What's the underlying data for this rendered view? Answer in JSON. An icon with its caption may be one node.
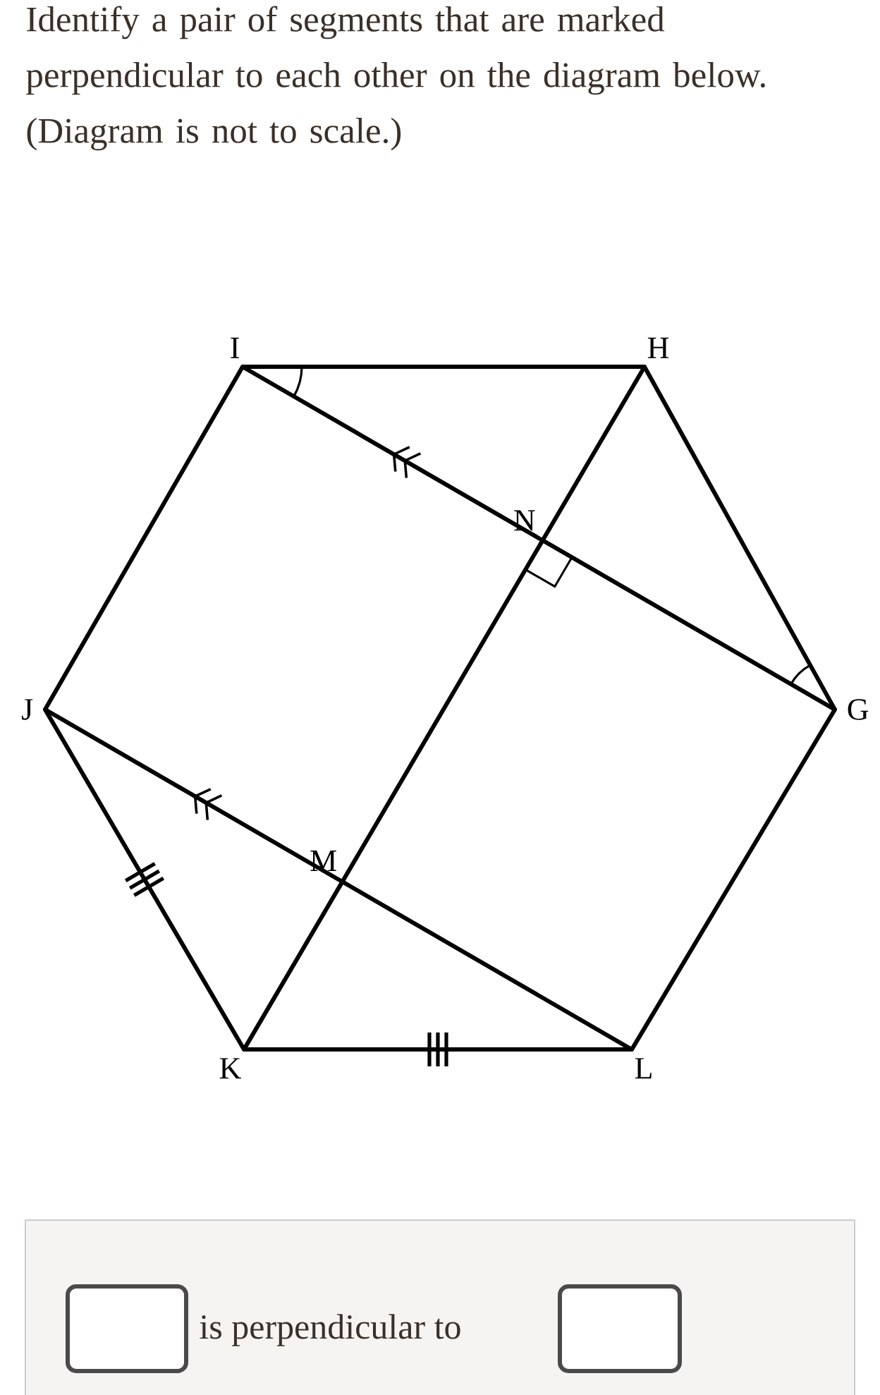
{
  "diagram": {
    "title": "Identify a pair of segments that are marked perpendicular to each other on the diagram below. (Diagram is not to scale.)",
    "nodes": [
      {
        "text": [
          "I"
        ]
      },
      {
        "text": [
          "H"
        ]
      },
      {
        "text": [
          "N"
        ]
      },
      {
        "text": [
          "J"
        ]
      },
      {
        "text": [
          "G"
        ]
      },
      {
        "text": [
          "M"
        ]
      },
      {
        "text": [
          "K"
        ]
      },
      {
        "text": [
          "L"
        ]
      }
    ],
    "edges": [
      {
        "from": 0,
        "to": 1,
        "arrow": "none"
      },
      {
        "from": 1,
        "to": 4,
        "arrow": "none"
      },
      {
        "from": 4,
        "to": 7,
        "arrow": "none"
      },
      {
        "from": 7,
        "to": 6,
        "arrow": "none"
      },
      {
        "from": 6,
        "to": 3,
        "arrow": "none"
      },
      {
        "from": 3,
        "to": 0,
        "arrow": "none"
      },
      {
        "from": 2,
        "to": 0,
        "arrow": "to"
      },
      {
        "from": 2,
        "to": 4,
        "arrow": "none"
      },
      {
        "from": 5,
        "to": 3,
        "arrow": "to"
      },
      {
        "from": 5,
        "to": 7,
        "arrow": "none"
      },
      {
        "from": 1,
        "to": 2,
        "arrow": "none"
      },
      {
        "from": 2,
        "to": 5,
        "arrow": "none"
      },
      {
        "from": 5,
        "to": 6,
        "arrow": "none"
      }
    ],
    "labels": [
      "is perpendicular to"
    ]
  }
}
